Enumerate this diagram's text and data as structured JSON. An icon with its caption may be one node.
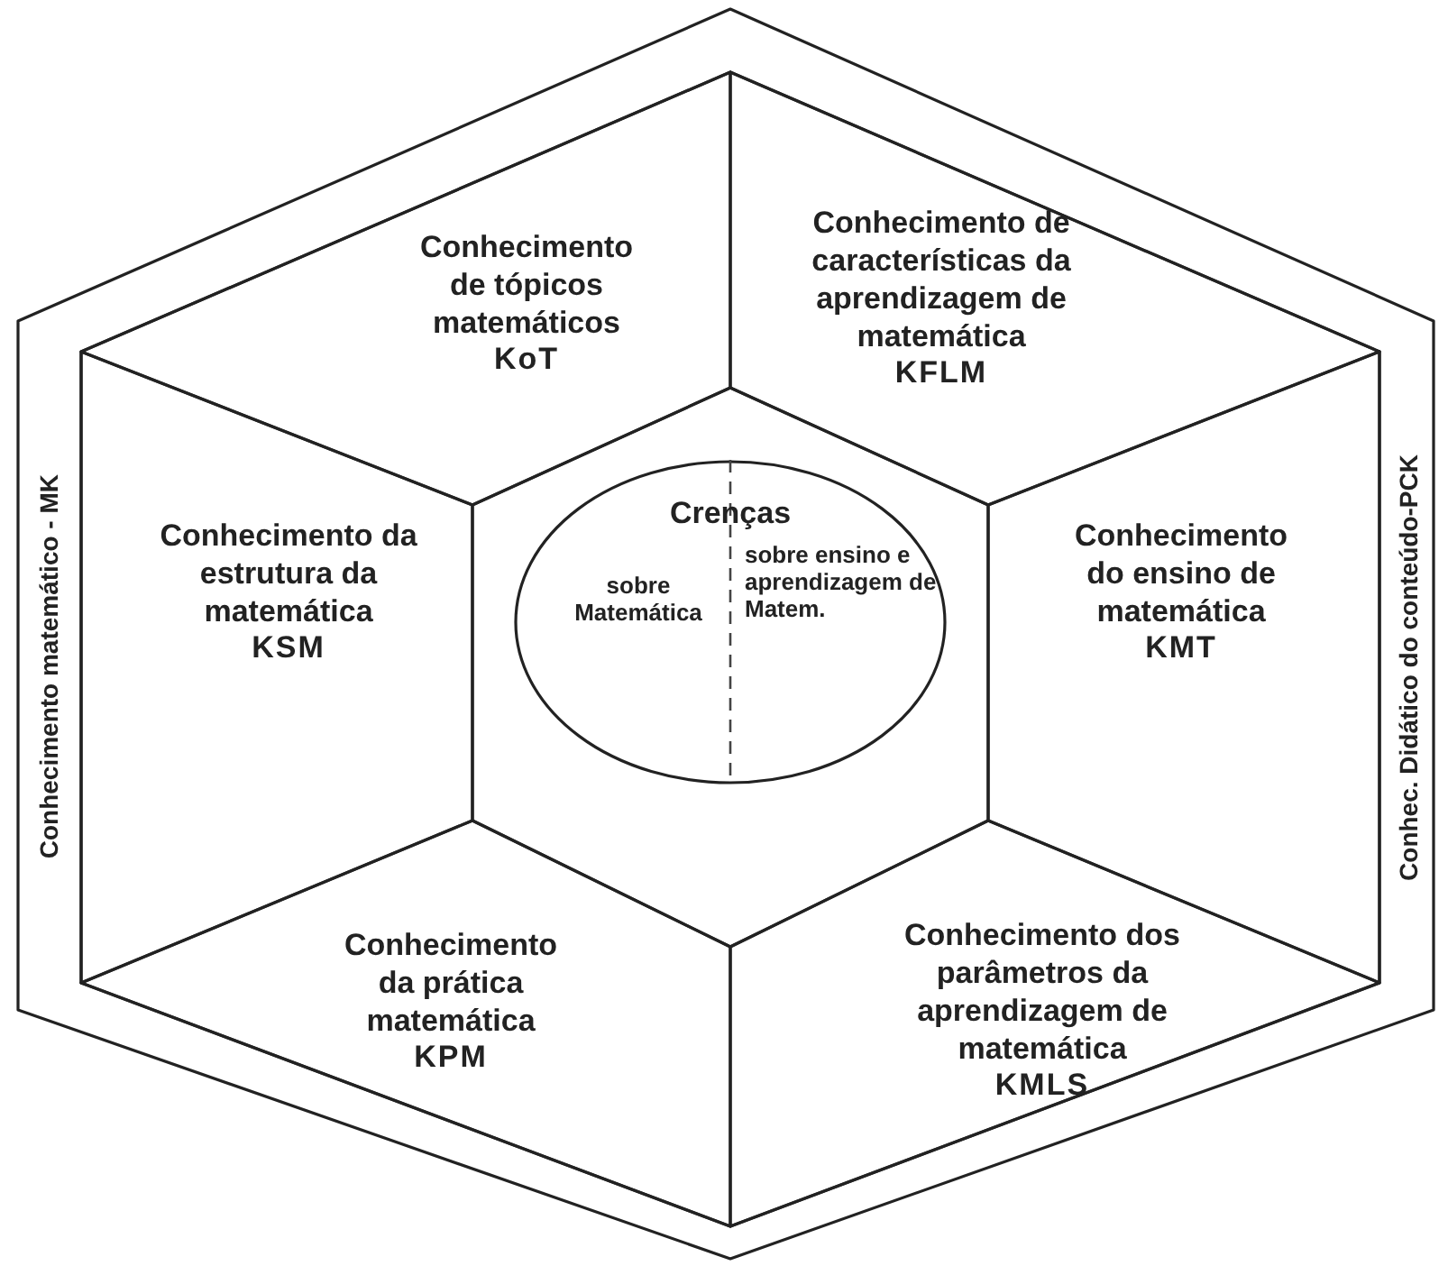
{
  "diagram": {
    "nodes": [
      {
        "text": [],
        "shape": "hexagon"
      },
      {
        "text": [],
        "shape": "hexagon",
        "in": 0
      },
      {
        "text": [
          "Conhecimento de tópicos matemáticos",
          "KoT"
        ],
        "in": 1
      },
      {
        "text": [
          "Conhecimento de características da aprendizagem de matemática",
          "KFLM"
        ],
        "in": 1
      },
      {
        "text": [
          "Conhecimento da estrutura da matemática",
          "KSM"
        ],
        "in": 1
      },
      {
        "text": [
          "Conhecimento do ensino de matemática",
          "KMT"
        ],
        "in": 1
      },
      {
        "text": [
          "Conhecimento da prática matemática",
          "KPM"
        ],
        "in": 1
      },
      {
        "text": [
          "Conhecimento dos parâmetros da aprendizagem de matemática",
          "KMLS"
        ],
        "in": 1
      },
      {
        "text": [],
        "shape": "hexagon",
        "in": 1
      },
      {
        "text": [
          "Crenças",
          "sobre Matemática",
          "sobre ensino e aprendizagem de Matem."
        ],
        "in": 8
      }
    ],
    "labels": [
      "Conhecimento matemático - MK",
      "Conhec. Didático do conteúdo-PCK"
    ]
  }
}
